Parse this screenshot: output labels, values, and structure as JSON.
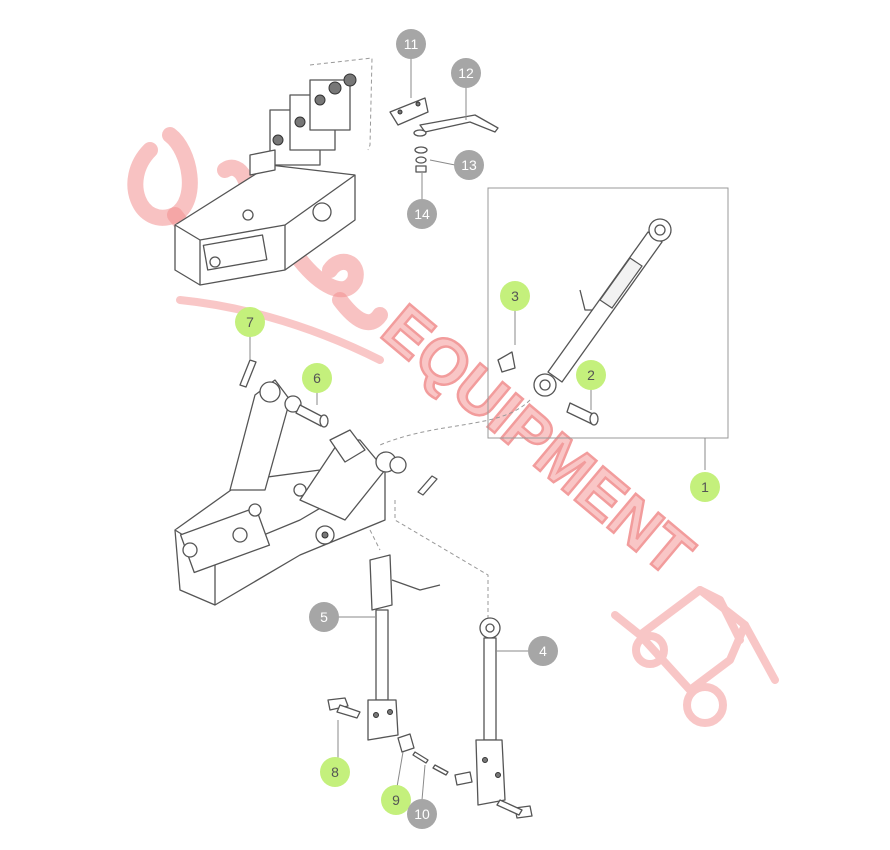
{
  "diagram": {
    "watermark_text": "EQUIPMENT",
    "callouts": [
      {
        "id": "1",
        "label": "1",
        "highlight": true
      },
      {
        "id": "2",
        "label": "2",
        "highlight": true
      },
      {
        "id": "3",
        "label": "3",
        "highlight": true
      },
      {
        "id": "4",
        "label": "4",
        "highlight": false
      },
      {
        "id": "5",
        "label": "5",
        "highlight": false
      },
      {
        "id": "6",
        "label": "6",
        "highlight": true
      },
      {
        "id": "7",
        "label": "7",
        "highlight": true
      },
      {
        "id": "8",
        "label": "8",
        "highlight": true
      },
      {
        "id": "9",
        "label": "9",
        "highlight": true
      },
      {
        "id": "10",
        "label": "10",
        "highlight": false
      },
      {
        "id": "11",
        "label": "11",
        "highlight": false
      },
      {
        "id": "12",
        "label": "12",
        "highlight": false
      },
      {
        "id": "13",
        "label": "13",
        "highlight": false
      },
      {
        "id": "14",
        "label": "14",
        "highlight": false
      }
    ],
    "colors": {
      "callout_gray": "#a6a6a6",
      "callout_green": "#c4f07c",
      "watermark": "#f38f8f"
    }
  }
}
